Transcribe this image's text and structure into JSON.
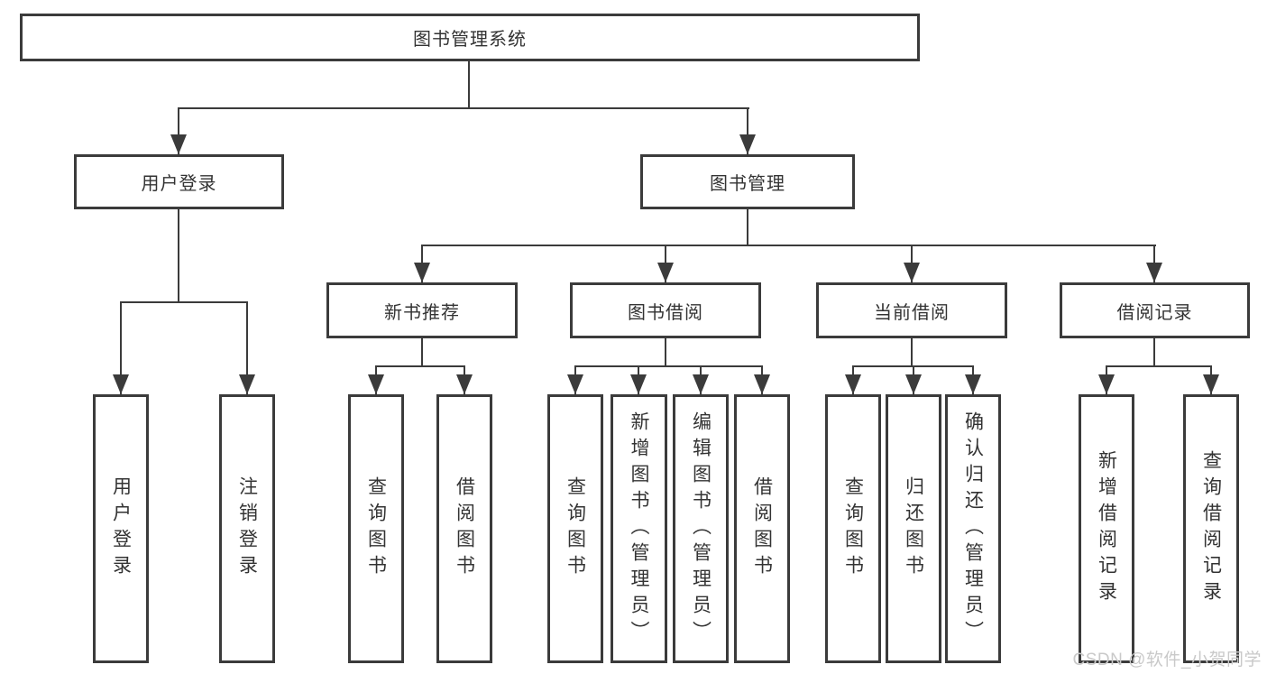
{
  "colors": {
    "line": "#3b3b3b",
    "box_border": "#3b3b3b",
    "text": "#333333",
    "background": "#ffffff",
    "watermark": "#c9c9c9"
  },
  "diagram": {
    "type": "tree-diagram",
    "root": {
      "label": "图书管理系统"
    },
    "branches": [
      {
        "label": "用户登录",
        "children": [
          {
            "label": "用户登录"
          },
          {
            "label": "注销登录"
          }
        ]
      },
      {
        "label": "图书管理",
        "children": [
          {
            "label": "新书推荐",
            "children": [
              {
                "label": "查询图书"
              },
              {
                "label": "借阅图书"
              }
            ]
          },
          {
            "label": "图书借阅",
            "children": [
              {
                "label": "查询图书"
              },
              {
                "label": "新增图书（管理员）"
              },
              {
                "label": "编辑图书（管理员）"
              },
              {
                "label": "借阅图书"
              }
            ]
          },
          {
            "label": "当前借阅",
            "children": [
              {
                "label": "查询图书"
              },
              {
                "label": "归还图书"
              },
              {
                "label": "确认归还（管理员）"
              }
            ]
          },
          {
            "label": "借阅记录",
            "children": [
              {
                "label": "新增借阅记录"
              },
              {
                "label": "查询借阅记录"
              }
            ]
          }
        ]
      }
    ]
  },
  "watermark": {
    "text": "CSDN @软件_小贺同学"
  }
}
